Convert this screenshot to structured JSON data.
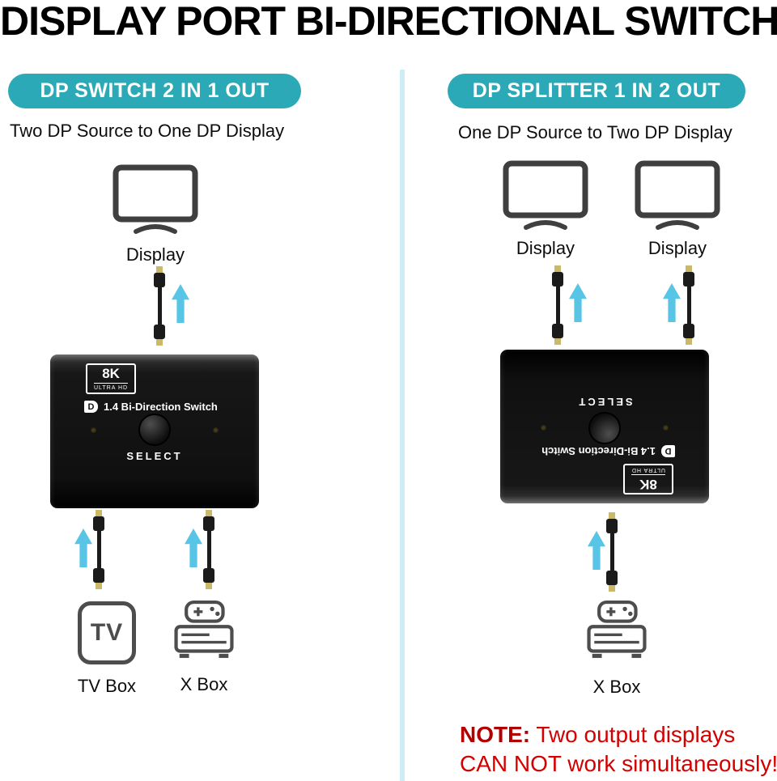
{
  "title": "DISPLAY PORT BI-DIRECTIONAL SWITCH",
  "left": {
    "header": "DP SWITCH 2 IN 1 OUT",
    "subtitle": "Two DP Source to One DP Display",
    "display_label": "Display",
    "tv_icon_text": "TV",
    "tv_label": "TV Box",
    "xbox_label": "X Box"
  },
  "right": {
    "header": "DP SPLITTER 1 IN 2 OUT",
    "subtitle": "One DP Source to Two DP Display",
    "display_label": "Display",
    "xbox_label": "X Box",
    "note": {
      "prefix": "NOTE:",
      "line1": " Two output displays",
      "line2": "CAN NOT work simultaneously!"
    }
  },
  "device": {
    "badge_8k": "8K",
    "badge_ultra_hd": "ULTRA HD",
    "dp_logo_letter": "D",
    "model_text": "1.4 Bi-Direction Switch",
    "select_label": "SELECT"
  },
  "colors": {
    "teal_badge": "#2ca9b7",
    "arrow_cyan": "#58c5e6",
    "divider_cyan": "#cdeef5",
    "note_red": "#d40000",
    "device_body": "#121212"
  }
}
